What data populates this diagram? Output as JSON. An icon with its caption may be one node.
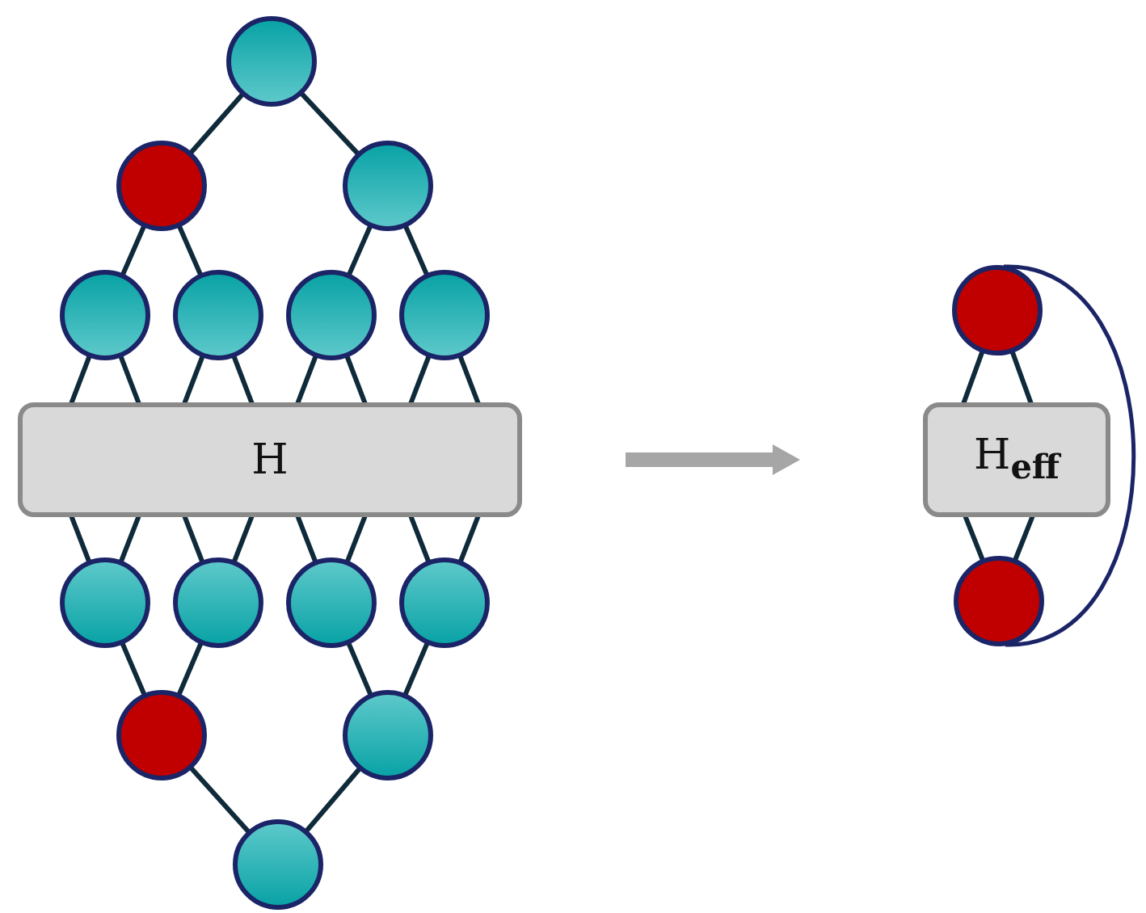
{
  "diagram": {
    "nodes": [
      {
        "text": [],
        "shape": "circle"
      },
      {
        "text": [],
        "shape": "circle"
      },
      {
        "text": [],
        "shape": "circle"
      },
      {
        "text": [],
        "shape": "circle"
      },
      {
        "text": [],
        "shape": "circle"
      },
      {
        "text": [],
        "shape": "circle"
      },
      {
        "text": [],
        "shape": "circle"
      },
      {
        "text": [
          "H"
        ]
      },
      {
        "text": [],
        "shape": "circle"
      },
      {
        "text": [],
        "shape": "circle"
      },
      {
        "text": [],
        "shape": "circle"
      },
      {
        "text": [],
        "shape": "circle"
      },
      {
        "text": [],
        "shape": "circle"
      },
      {
        "text": [],
        "shape": "circle"
      },
      {
        "text": [],
        "shape": "circle"
      },
      {
        "text": [],
        "shape": "circle"
      },
      {
        "text": [
          "H$_{eff}$"
        ]
      },
      {
        "text": [],
        "shape": "circle"
      }
    ],
    "edges": [
      {
        "from": 0,
        "to": 1,
        "arrow": "none"
      },
      {
        "from": 0,
        "to": 2,
        "arrow": "none"
      },
      {
        "from": 1,
        "to": 3,
        "arrow": "none"
      },
      {
        "from": 1,
        "to": 4,
        "arrow": "none"
      },
      {
        "from": 2,
        "to": 5,
        "arrow": "none"
      },
      {
        "from": 2,
        "to": 6,
        "arrow": "none"
      },
      {
        "from": 3,
        "to": 7,
        "arrow": "none"
      },
      {
        "from": 3,
        "to": 7,
        "arrow": "none"
      },
      {
        "from": 4,
        "to": 7,
        "arrow": "none"
      },
      {
        "from": 4,
        "to": 7,
        "arrow": "none"
      },
      {
        "from": 5,
        "to": 7,
        "arrow": "none"
      },
      {
        "from": 5,
        "to": 7,
        "arrow": "none"
      },
      {
        "from": 6,
        "to": 7,
        "arrow": "none"
      },
      {
        "from": 6,
        "to": 7,
        "arrow": "none"
      },
      {
        "from": 7,
        "to": 8,
        "arrow": "none"
      },
      {
        "from": 7,
        "to": 8,
        "arrow": "none"
      },
      {
        "from": 7,
        "to": 9,
        "arrow": "none"
      },
      {
        "from": 7,
        "to": 9,
        "arrow": "none"
      },
      {
        "from": 7,
        "to": 10,
        "arrow": "none"
      },
      {
        "from": 7,
        "to": 10,
        "arrow": "none"
      },
      {
        "from": 7,
        "to": 11,
        "arrow": "none"
      },
      {
        "from": 7,
        "to": 11,
        "arrow": "none"
      },
      {
        "from": 8,
        "to": 12,
        "arrow": "none"
      },
      {
        "from": 9,
        "to": 12,
        "arrow": "none"
      },
      {
        "from": 10,
        "to": 13,
        "arrow": "none"
      },
      {
        "from": 11,
        "to": 13,
        "arrow": "none"
      },
      {
        "from": 12,
        "to": 14,
        "arrow": "none"
      },
      {
        "from": 13,
        "to": 14,
        "arrow": "none"
      },
      {
        "from": 15,
        "to": 16,
        "arrow": "none"
      },
      {
        "from": 15,
        "to": 16,
        "arrow": "none"
      },
      {
        "from": 16,
        "to": 17,
        "arrow": "none"
      },
      {
        "from": 16,
        "to": 17,
        "arrow": "none"
      },
      {
        "from": 15,
        "to": 17,
        "arrow": "none",
        "color": "#1b2466"
      }
    ]
  }
}
